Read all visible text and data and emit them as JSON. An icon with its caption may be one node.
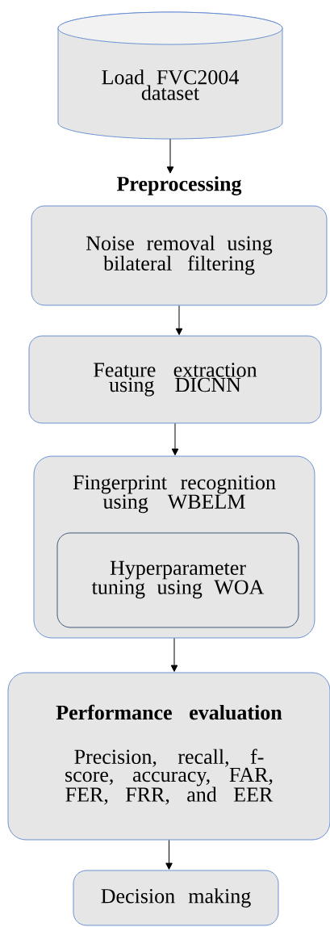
{
  "diagram": {
    "nodes": [
      {
        "text": [
          "Load FVC2004 dataset"
        ]
      },
      {
        "text": [
          "Preprocessing",
          "Noise removal using bilateral filtering"
        ]
      },
      {
        "text": [
          "Feature extraction using DICNN"
        ]
      },
      {
        "text": [
          "Fingerprint recognition using WBELM"
        ]
      },
      {
        "text": [
          "Hyperparameter tuning using WOA"
        ],
        "in": 3
      },
      {
        "text": [
          "Performance evaluation",
          "Precision, recall, f-score, accuracy, FAR, FER, FRR, and EER"
        ]
      },
      {
        "text": [
          "Decision making"
        ]
      }
    ],
    "edges": [
      {
        "from": 0,
        "to": 1,
        "arrow": "to"
      },
      {
        "from": 1,
        "to": 2,
        "arrow": "to"
      },
      {
        "from": 2,
        "to": 3,
        "arrow": "to"
      },
      {
        "from": 3,
        "to": 5,
        "arrow": "to"
      },
      {
        "from": 5,
        "to": 6,
        "arrow": "to"
      }
    ]
  }
}
